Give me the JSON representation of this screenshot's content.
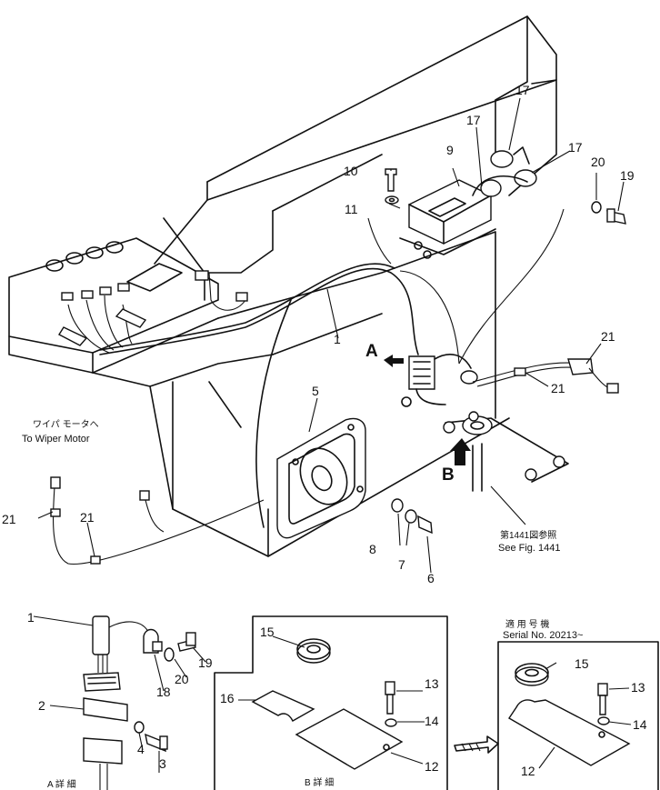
{
  "callouts": {
    "p1": "1",
    "p5": "5",
    "p6": "6",
    "p7": "7",
    "p8": "8",
    "p9": "9",
    "p10": "10",
    "p11": "11",
    "p17a": "17",
    "p17b": "17",
    "p17c": "17",
    "p19": "19",
    "p20": "20",
    "p21a": "21",
    "p21b": "21",
    "p21c": "21",
    "p21d": "21"
  },
  "views": {
    "a": "A",
    "b": "B"
  },
  "notes": {
    "wiper_jp": "ワイパ モータへ",
    "wiper_en": "To Wiper Motor",
    "see_jp": "第1441図参照",
    "see_en": "See Fig. 1441"
  },
  "detail_a": {
    "p1": "1",
    "p2": "2",
    "p3": "3",
    "p4": "4",
    "p18": "18",
    "p19": "19",
    "p20": "20",
    "title": "A 詳 細"
  },
  "detail_b": {
    "p12": "12",
    "p13": "13",
    "p14": "14",
    "p15": "15",
    "p16": "16",
    "title": "B 詳 細"
  },
  "serial_box": {
    "heading_jp": "適 用 号 機",
    "serial": "Serial No. 20213~",
    "p12": "12",
    "p13": "13",
    "p14": "14",
    "p15": "15"
  }
}
